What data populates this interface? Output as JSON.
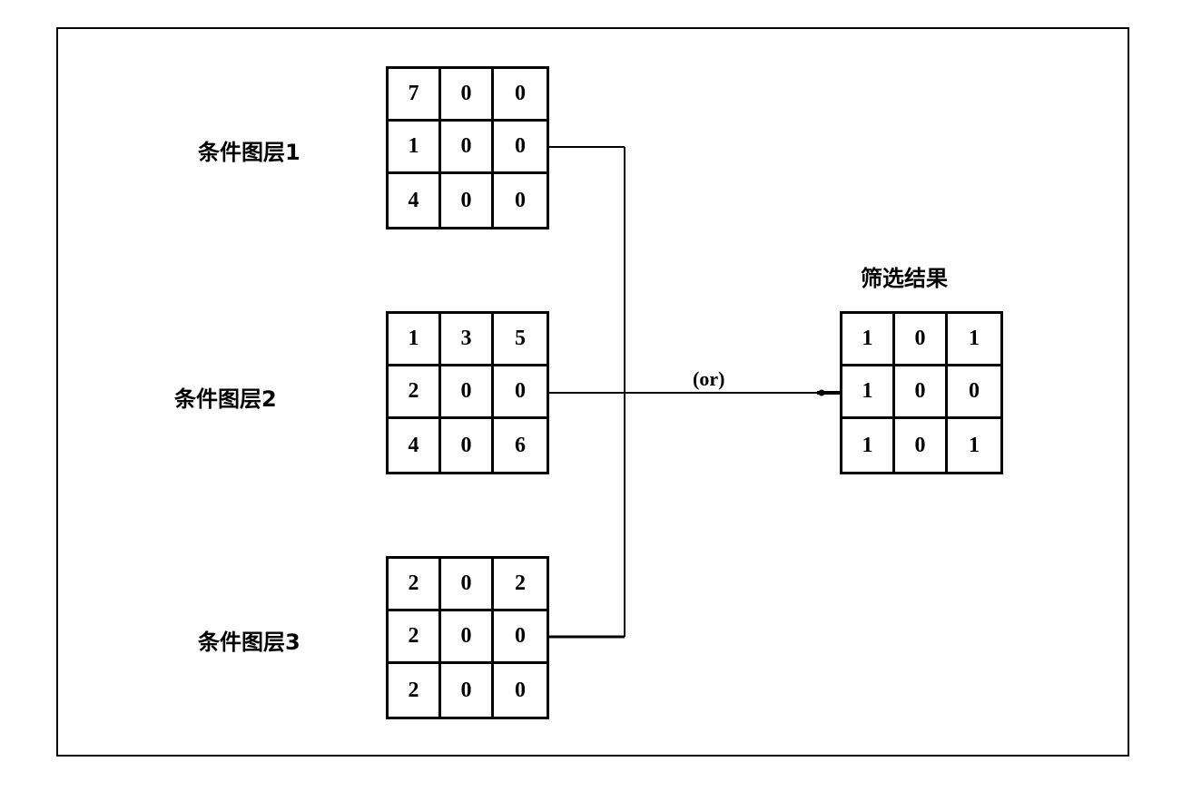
{
  "layers": [
    {
      "label": "条件图层1",
      "cells": [
        [
          "7",
          "0",
          "0"
        ],
        [
          "1",
          "0",
          "0"
        ],
        [
          "4",
          "0",
          "0"
        ]
      ]
    },
    {
      "label": "条件图层2",
      "cells": [
        [
          "1",
          "3",
          "5"
        ],
        [
          "2",
          "0",
          "0"
        ],
        [
          "4",
          "0",
          "6"
        ]
      ]
    },
    {
      "label": "条件图层3",
      "cells": [
        [
          "2",
          "0",
          "2"
        ],
        [
          "2",
          "0",
          "0"
        ],
        [
          "2",
          "0",
          "0"
        ]
      ]
    }
  ],
  "result": {
    "label": "筛选结果",
    "cells": [
      [
        "1",
        "0",
        "1"
      ],
      [
        "1",
        "0",
        "0"
      ],
      [
        "1",
        "0",
        "1"
      ]
    ]
  },
  "operator": "(or)"
}
